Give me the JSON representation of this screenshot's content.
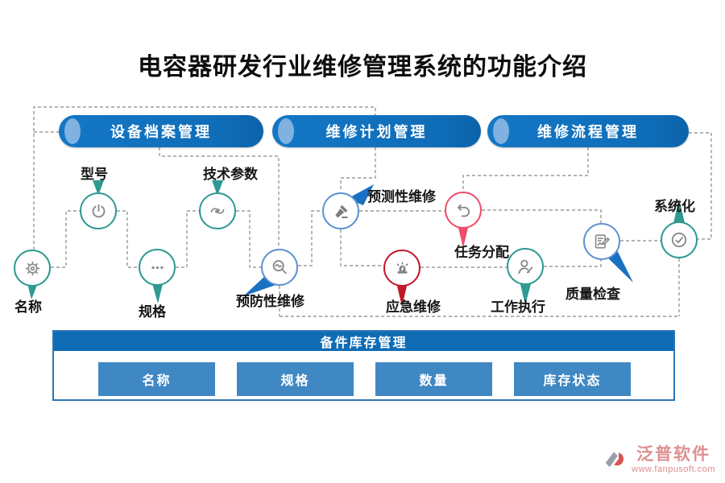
{
  "title": "电容器研发行业维修管理系统的功能介绍",
  "pills": [
    {
      "label": "设备档案管理"
    },
    {
      "label": "维修计划管理"
    },
    {
      "label": "维修流程管理"
    }
  ],
  "nodes": {
    "name": {
      "label": "名称",
      "icon": "gear-icon"
    },
    "model": {
      "label": "型号",
      "icon": "power-icon"
    },
    "spec": {
      "label": "规格",
      "icon": "ellipsis-icon"
    },
    "tech_params": {
      "label": "技术参数",
      "icon": "hands-icon"
    },
    "preventive": {
      "label": "预防性维修",
      "icon": "magnifier-trend-icon"
    },
    "predictive": {
      "label": "预测性维修",
      "icon": "gavel-icon"
    },
    "emergency": {
      "label": "应急维修",
      "icon": "siren-icon"
    },
    "task_assignment": {
      "label": "任务分配",
      "icon": "undo-arrow-icon"
    },
    "work_execution": {
      "label": "工作执行",
      "icon": "person-edit-icon"
    },
    "quality_check": {
      "label": "质量检查",
      "icon": "document-edit-icon"
    },
    "systematization": {
      "label": "系统化",
      "icon": "check-circle-icon"
    }
  },
  "inventory": {
    "header": "备件库存管理",
    "buttons": [
      "名称",
      "规格",
      "数量",
      "库存状态"
    ]
  },
  "footer": {
    "brand": "泛普软件",
    "url": "www.fanpusoft.com"
  },
  "colors": {
    "pill_blue": "#1070BD",
    "pill_cap": "#7FB2E0",
    "teal": "#2E9A92",
    "node_blue_border": "#5E93D1",
    "wedge_blue": "#1A70C2",
    "red": "#C2182B",
    "pink": "#F04E6A",
    "inventory_header_blue": "#0F6CB4",
    "inventory_button_blue": "#4088C3",
    "dashed_line_gray": "#9B9B9B",
    "icon_gray": "#8A8A8A",
    "brand_salmon": "#DD9090"
  }
}
